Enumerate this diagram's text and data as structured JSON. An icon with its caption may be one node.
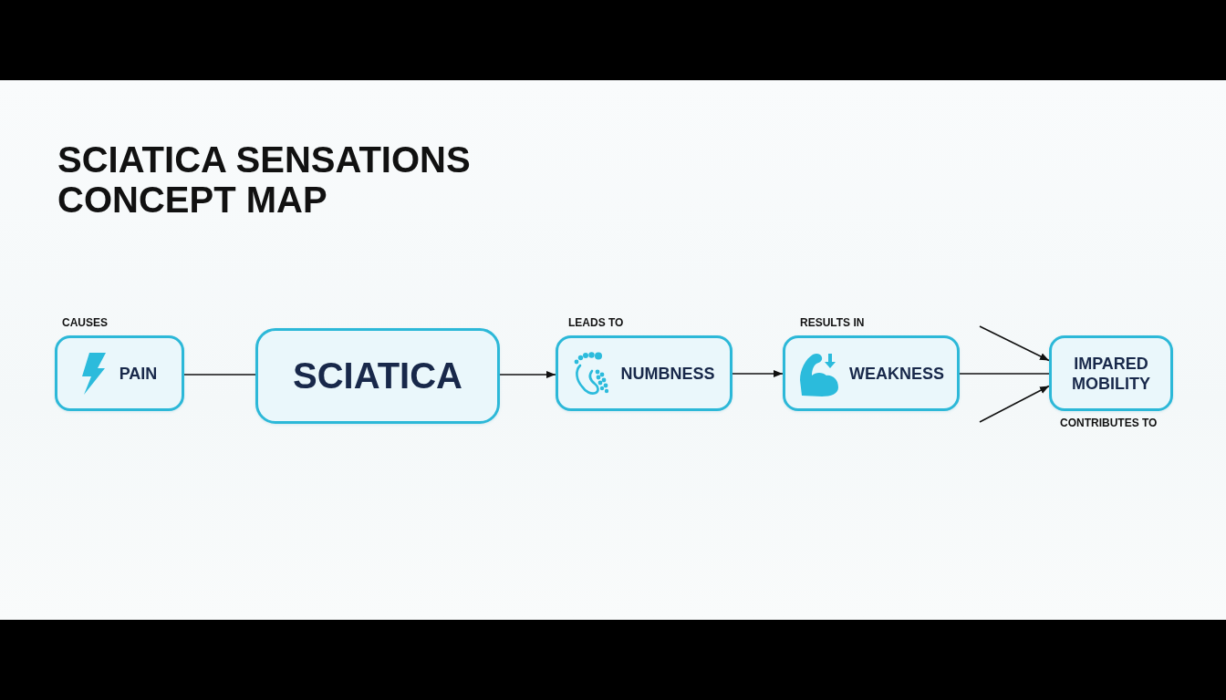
{
  "diagram": {
    "title": "SCIATICA SENSATIONS CONCEPT MAP",
    "nodes": [
      {
        "text": [
          "PAIN"
        ]
      },
      {
        "text": [
          "SCIATICA"
        ]
      },
      {
        "text": [
          "NUMBNESS"
        ]
      },
      {
        "text": [
          "WEAKNESS"
        ]
      },
      {
        "text": [
          "IMPARED MOBILITY"
        ]
      }
    ],
    "edges": [
      {
        "from": 0,
        "to": 1,
        "arrow": "none"
      },
      {
        "from": 1,
        "to": 2,
        "arrow": "to"
      },
      {
        "from": 2,
        "to": 3,
        "arrow": "to"
      },
      {
        "from": 3,
        "to": 4,
        "arrow": "none"
      },
      {
        "from": null,
        "to": 4,
        "arrow": "to"
      },
      {
        "from": null,
        "to": 4,
        "arrow": "to"
      }
    ],
    "labels": [
      "CAUSES",
      "LEADS TO",
      "RESULTS IN",
      "CONTRIBUTES TO"
    ]
  }
}
